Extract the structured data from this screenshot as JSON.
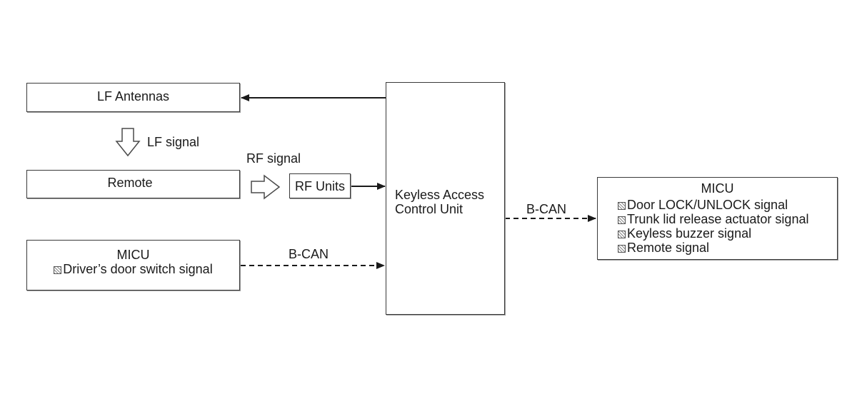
{
  "blocks": {
    "lf_antennas": {
      "label": "LF Antennas"
    },
    "remote": {
      "label": "Remote"
    },
    "rf_units": {
      "label": "RF Units"
    },
    "micu_left": {
      "title": "MICU",
      "items": [
        "Driver’s door switch signal"
      ]
    },
    "kacu": {
      "line1": "Keyless Access",
      "line2": "Control Unit"
    },
    "micu_right": {
      "title": "MICU",
      "items": [
        "Door LOCK/UNLOCK signal",
        "Trunk lid release actuator signal",
        "Keyless buzzer signal",
        "Remote signal"
      ]
    }
  },
  "signals": {
    "lf_signal": "LF signal",
    "rf_signal": "RF signal",
    "bcan_left": "B-CAN",
    "bcan_right": "B-CAN"
  }
}
